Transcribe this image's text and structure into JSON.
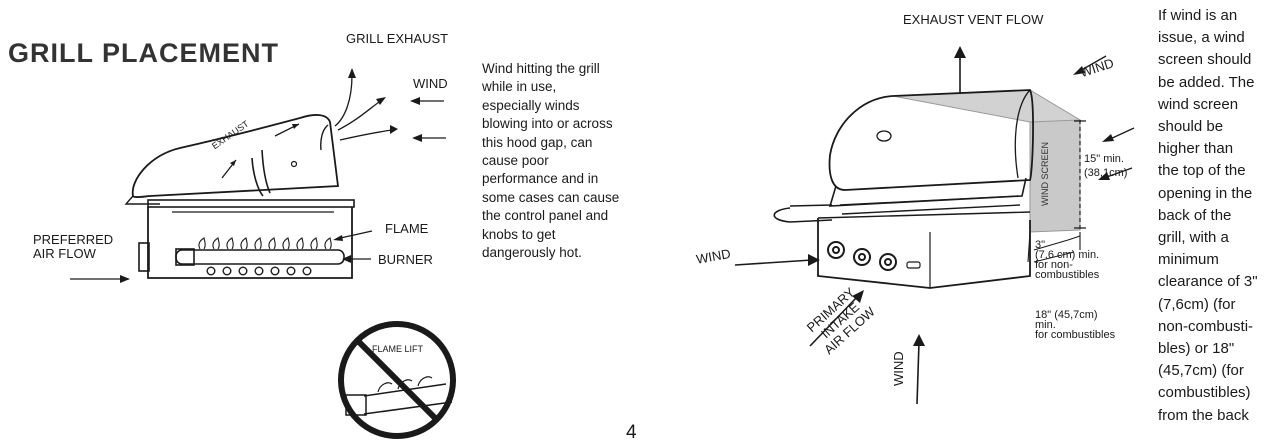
{
  "left": {
    "title": "GRILL PLACEMENT",
    "labels": {
      "grill_exhaust": "GRILL EXHAUST",
      "wind": "WIND",
      "exhaust": "EXHAUST",
      "flame": "FLAME",
      "burner": "BURNER",
      "preferred_air_flow": [
        "PREFERRED",
        "AIR FLOW"
      ],
      "flame_lift": "FLAME LIFT"
    },
    "paragraph": [
      "Wind hitting the grill",
      "while in use,",
      "especially winds",
      "blowing into or across",
      "this hood gap, can",
      "cause poor",
      "performance and in",
      "some cases can cause",
      "the control panel and",
      "knobs to get",
      "dangerously hot."
    ]
  },
  "right": {
    "labels": {
      "exhaust_vent_flow": "EXHAUST VENT FLOW",
      "wind_top": "WIND",
      "wind_left": "WIND",
      "wind_bottom": "WIND",
      "wind_screen": "WIND SCREEN",
      "primary_intake": [
        "PRIMARY",
        "INTAKE",
        "AIR FLOW"
      ],
      "height": [
        "15\" min.",
        "(38,1cm)"
      ],
      "clear_non": [
        "3\"",
        "(7,6 cm) min.",
        "for non-",
        "combustibles"
      ],
      "clear_comb": [
        "18\" (45,7cm)",
        "min.",
        "for combustibles"
      ]
    },
    "paragraph": [
      "If wind is an",
      "issue, a wind",
      "screen should",
      "be added. The",
      "wind screen",
      "should be",
      "higher than",
      "the top of the",
      "opening in the",
      "back of the",
      "grill, with a",
      "minimum",
      "clearance of 3\"",
      "(7,6cm) (for",
      "non-combusti-",
      "bles) or 18\"",
      "(45,7cm) (for",
      "combustibles)",
      "from the back"
    ]
  },
  "page_number": "4"
}
